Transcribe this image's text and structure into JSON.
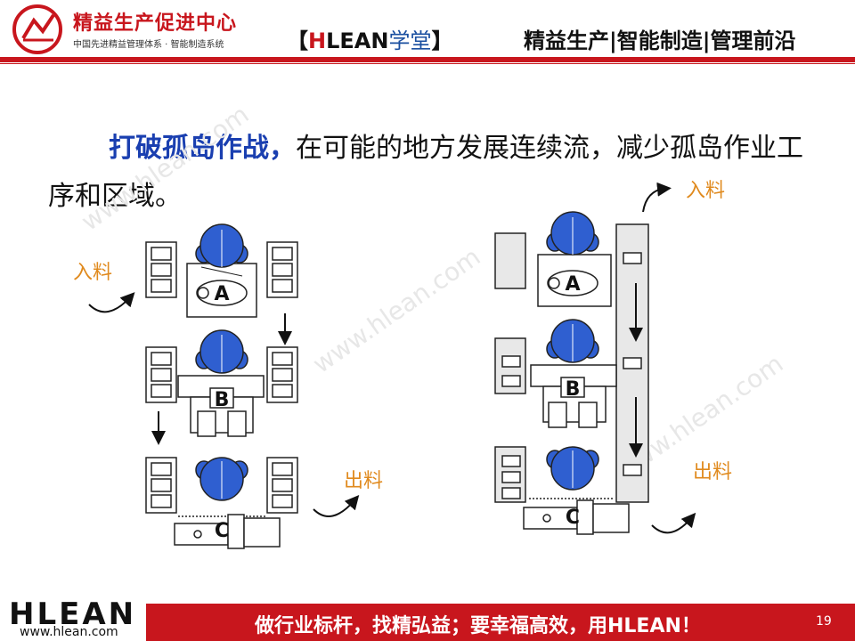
{
  "header": {
    "org_name": "精益生产促进中心",
    "org_sub": "中国先进精益管理体系 · 智能制造系统",
    "brand_prefix": "【",
    "brand_h": "H",
    "brand_rest": "LEAN",
    "brand_cn": "学堂",
    "brand_suffix": "】",
    "topics": "精益生产|智能制造|管理前沿"
  },
  "content": {
    "heading_em": "打破孤岛作战，",
    "heading_rest": "在可能的地方发展连续流，减少孤岛作业工序和区域。"
  },
  "diagram": {
    "left": {
      "in_label": "入料",
      "out_label": "出料",
      "stations": [
        "A",
        "B",
        "C"
      ]
    },
    "right": {
      "in_label": "入料",
      "out_label": "出料",
      "stations": [
        "A",
        "B",
        "C"
      ]
    },
    "watermark": "www.hlean.com"
  },
  "footer": {
    "logo": "HLEAN",
    "url": "www.hlean.com",
    "slogan": "做行业标杆，找精弘益；要幸福高效，用HLEAN！",
    "page_number": "19"
  },
  "colors": {
    "brand_red": "#c8161d",
    "heading_blue": "#1a3fb0",
    "operator_blue": "#2f5fd0",
    "label_orange": "#e08a1e"
  }
}
